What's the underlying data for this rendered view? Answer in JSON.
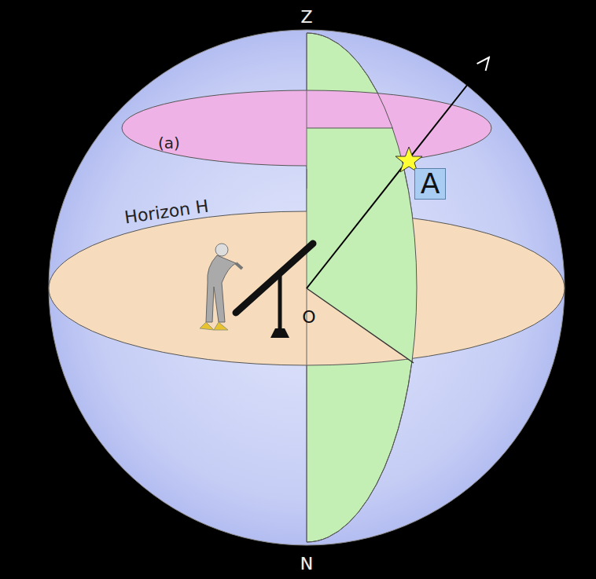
{
  "diagram": {
    "nodes": [
      {
        "text": [
          "A"
        ]
      }
    ],
    "labels": [
      "Z",
      "(a)",
      "Horizon H",
      "O",
      "N"
    ]
  }
}
